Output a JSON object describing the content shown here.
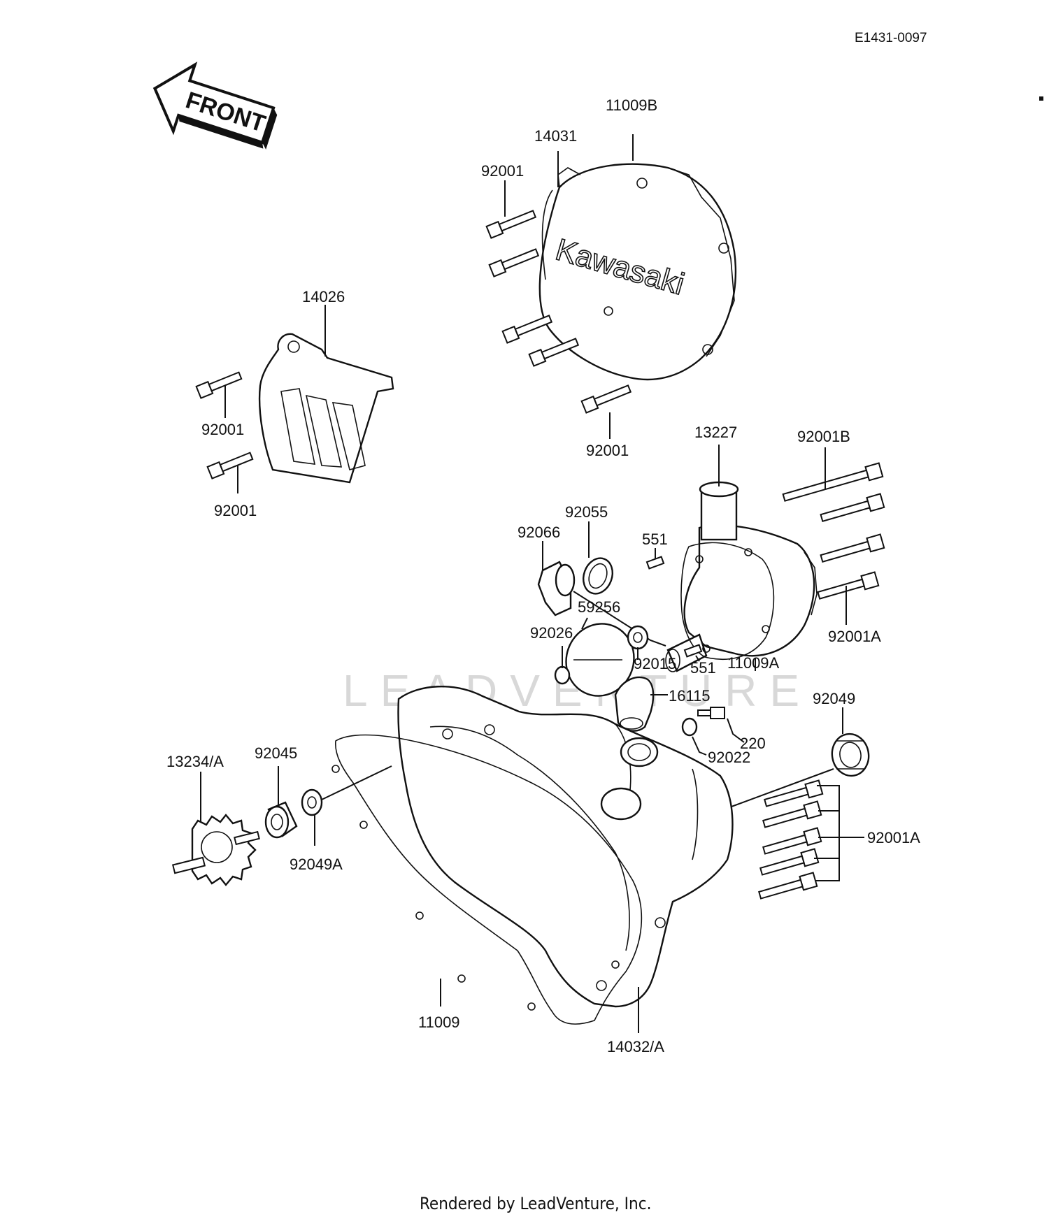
{
  "drawing_code": "E1431-0097",
  "front_arrow_label": "FRONT",
  "brand_logo_text": "Kawasaki",
  "watermark_text": "LEADVENTURE",
  "footer": "Rendered by LeadVenture, Inc.",
  "labels": {
    "p11009B": "11009B",
    "p14031": "14031",
    "p92001_top": "92001",
    "p14026": "14026",
    "p92001_left1": "92001",
    "p92001_left2": "92001",
    "p92001_mid": "92001",
    "p13227": "13227",
    "p92001B": "92001B",
    "p92055": "92055",
    "p92066": "92066",
    "p551_top": "551",
    "p59256": "59256",
    "p92026": "92026",
    "p92015": "92015",
    "p551_bot": "551",
    "p11009A": "11009A",
    "p92001A_right": "92001A",
    "p16115": "16115",
    "p92049": "92049",
    "p220": "220",
    "p92022": "92022",
    "p13234A": "13234/A",
    "p92045": "92045",
    "p92049A": "92049A",
    "p92001A_lower": "92001A",
    "p11009": "11009",
    "p14032A": "14032/A"
  }
}
